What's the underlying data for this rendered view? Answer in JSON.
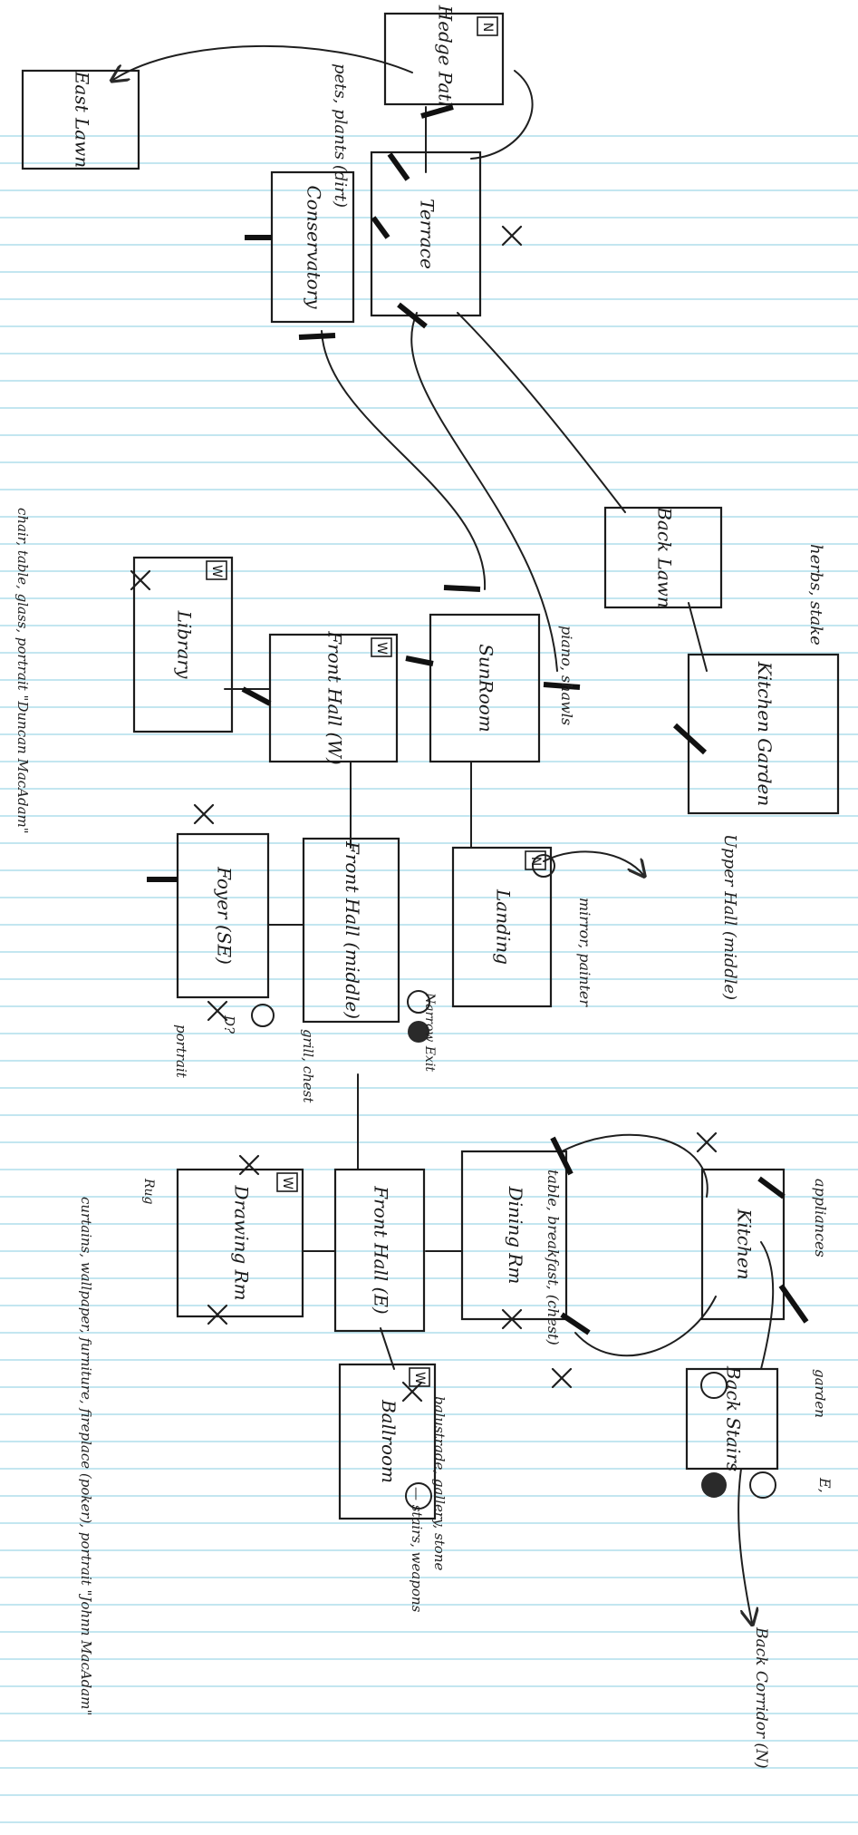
{
  "page": {
    "title": ""
  },
  "rooms": [
    {
      "id": "hedge_path",
      "label": "Hedge Path",
      "marker": "N"
    },
    {
      "id": "east_lawn",
      "label": "East Lawn",
      "marker": ""
    },
    {
      "id": "terrace",
      "label": "Terrace",
      "marker": ""
    },
    {
      "id": "conservatory",
      "label": "Conservatory",
      "marker": ""
    },
    {
      "id": "back_lawn",
      "label": "Back Lawn",
      "marker": ""
    },
    {
      "id": "kitchen_garden",
      "label": "Kitchen Garden",
      "marker": ""
    },
    {
      "id": "sunroom",
      "label": "SunRoom",
      "marker": ""
    },
    {
      "id": "front_hall_w",
      "label": "Front Hall (W)",
      "marker": "W"
    },
    {
      "id": "library",
      "label": "Library",
      "marker": "W"
    },
    {
      "id": "landing",
      "label": "Landing",
      "marker": "N"
    },
    {
      "id": "front_hall_middle",
      "label": "Front Hall (middle)",
      "marker": ""
    },
    {
      "id": "foyer",
      "label": "Foyer (SE)",
      "marker": ""
    },
    {
      "id": "kitchen",
      "label": "Kitchen",
      "marker": ""
    },
    {
      "id": "dining_rm",
      "label": "Dining Rm",
      "marker": ""
    },
    {
      "id": "front_hall_e",
      "label": "Front Hall (E)",
      "marker": ""
    },
    {
      "id": "drawing_rm",
      "label": "Drawing Rm",
      "marker": "W"
    },
    {
      "id": "back_stairs",
      "label": "Back Stairs",
      "marker": ""
    },
    {
      "id": "ballroom",
      "label": "Ballroom",
      "marker": "W"
    }
  ],
  "annotations": {
    "pets": "pets, plants (dirt)",
    "upper_hall": "Upper Hall (middle)",
    "herbs": "herbs, stake",
    "piano": "piano, shawls",
    "library_notes": "chair, table, glass, portrait \"Duncan MacAdam\"",
    "mirror": "mirror, painter",
    "foyer_note": "portrait",
    "foyer_q": "D?",
    "middle_note": "grill, chest",
    "door_note": "Narrow Exit",
    "kitchen_notes": "appliances",
    "stairs_note": "garden",
    "dining_notes": "table, breakfast, (chest)",
    "drawing_notes": "curtains, wallpaper, furniture, fireplace (poker), portrait \"Johnn MacAdam\"",
    "rug": "Rug",
    "ballroom_notes": "balustrade, gallery, stone",
    "ballroom_notes2": "— stairs, weapons",
    "back_corridor": "Back Corridor (N)",
    "stairs_letter": "E,"
  }
}
